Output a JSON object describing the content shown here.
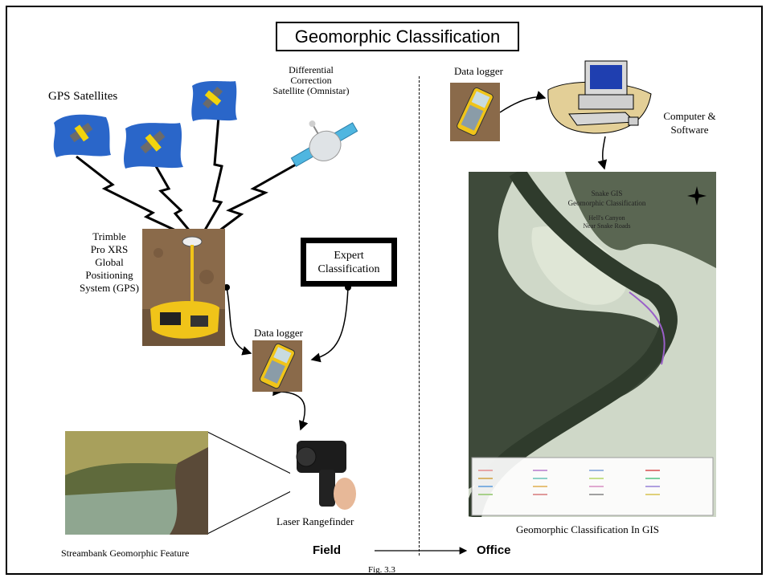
{
  "title": "Geomorphic Classification",
  "labels": {
    "gps_satellites": "GPS Satellites",
    "diff_line1": "Differential",
    "diff_line2": "Correction",
    "diff_line3": "Satellite (Omnistar)",
    "trimble_line1": "Trimble",
    "trimble_line2": "Pro XRS",
    "trimble_line3": "Global",
    "trimble_line4": "Positioning",
    "trimble_line5": "System (GPS)",
    "expert_line1": "Expert",
    "expert_line2": "Classification",
    "data_logger_field": "Data logger",
    "laser_rangefinder": "Laser Rangefinder",
    "streambank": "Streambank Geomorphic Feature",
    "field": "Field",
    "office": "Office",
    "data_logger_office": "Data logger",
    "computer_line1": "Computer &",
    "computer_line2": "Software",
    "gis_caption": "Geomorphic Classification In GIS",
    "fig": "Fig. 3.3"
  },
  "map_labels": {
    "line1": "Snake GIS",
    "line2": "Geomorphic Classification",
    "line3": "Hell's Canyon",
    "line4": "Near Snake Roads"
  }
}
